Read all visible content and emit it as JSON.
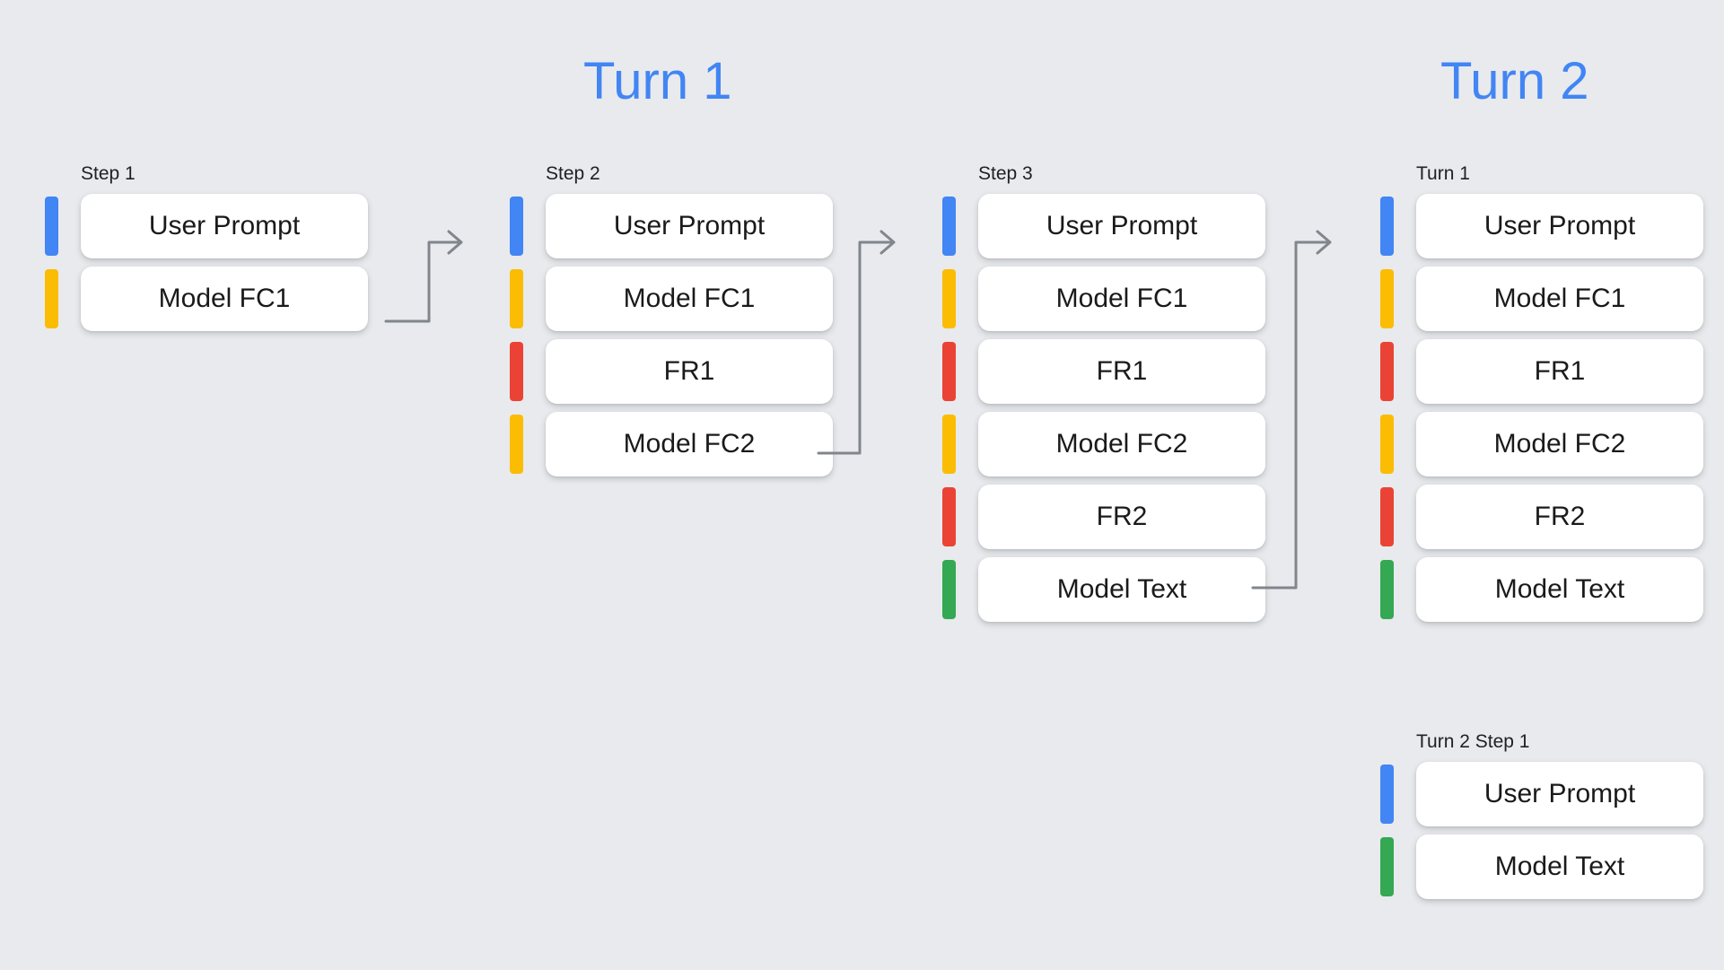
{
  "page": {
    "background_color": "#e8eaed",
    "accent_color": "#4285f4"
  },
  "headings": [
    {
      "id": "turn1",
      "label": "Turn 1"
    },
    {
      "id": "turn2",
      "label": "Turn 2"
    }
  ],
  "colors": {
    "blue": "#4285f4",
    "yellow": "#fbbc04",
    "red": "#ea4335",
    "green": "#34a853",
    "arrow": "#80868b",
    "card": "#ffffff",
    "text": "#1a1a1a"
  },
  "columns": [
    {
      "id": "step1",
      "label": "Step 1",
      "rows": [
        {
          "color": "#4285f4",
          "label": "User Prompt"
        },
        {
          "color": "#fbbc04",
          "label": "Model FC1"
        }
      ]
    },
    {
      "id": "step2",
      "label": "Step 2",
      "rows": [
        {
          "color": "#4285f4",
          "label": "User Prompt"
        },
        {
          "color": "#fbbc04",
          "label": "Model FC1"
        },
        {
          "color": "#ea4335",
          "label": "FR1"
        },
        {
          "color": "#fbbc04",
          "label": "Model FC2"
        }
      ]
    },
    {
      "id": "step3",
      "label": "Step 3",
      "rows": [
        {
          "color": "#4285f4",
          "label": "User Prompt"
        },
        {
          "color": "#fbbc04",
          "label": "Model FC1"
        },
        {
          "color": "#ea4335",
          "label": "FR1"
        },
        {
          "color": "#fbbc04",
          "label": "Model FC2"
        },
        {
          "color": "#ea4335",
          "label": "FR2"
        },
        {
          "color": "#34a853",
          "label": "Model Text"
        }
      ]
    },
    {
      "id": "turn2-turn1",
      "label": "Turn 1",
      "rows": [
        {
          "color": "#4285f4",
          "label": "User Prompt"
        },
        {
          "color": "#fbbc04",
          "label": "Model FC1"
        },
        {
          "color": "#ea4335",
          "label": "FR1"
        },
        {
          "color": "#fbbc04",
          "label": "Model FC2"
        },
        {
          "color": "#ea4335",
          "label": "FR2"
        },
        {
          "color": "#34a853",
          "label": "Model Text"
        }
      ]
    },
    {
      "id": "turn2-step1",
      "label": "Turn 2 Step 1",
      "rows": [
        {
          "color": "#4285f4",
          "label": "User Prompt"
        },
        {
          "color": "#34a853",
          "label": "Model Text"
        }
      ]
    }
  ],
  "connectors": [
    {
      "id": "step1-to-step2",
      "from": "step1",
      "to": "step2"
    },
    {
      "id": "step2-to-step3",
      "from": "step2",
      "to": "step3"
    },
    {
      "id": "step3-to-turn2",
      "from": "step3",
      "to": "turn2-turn1"
    }
  ]
}
